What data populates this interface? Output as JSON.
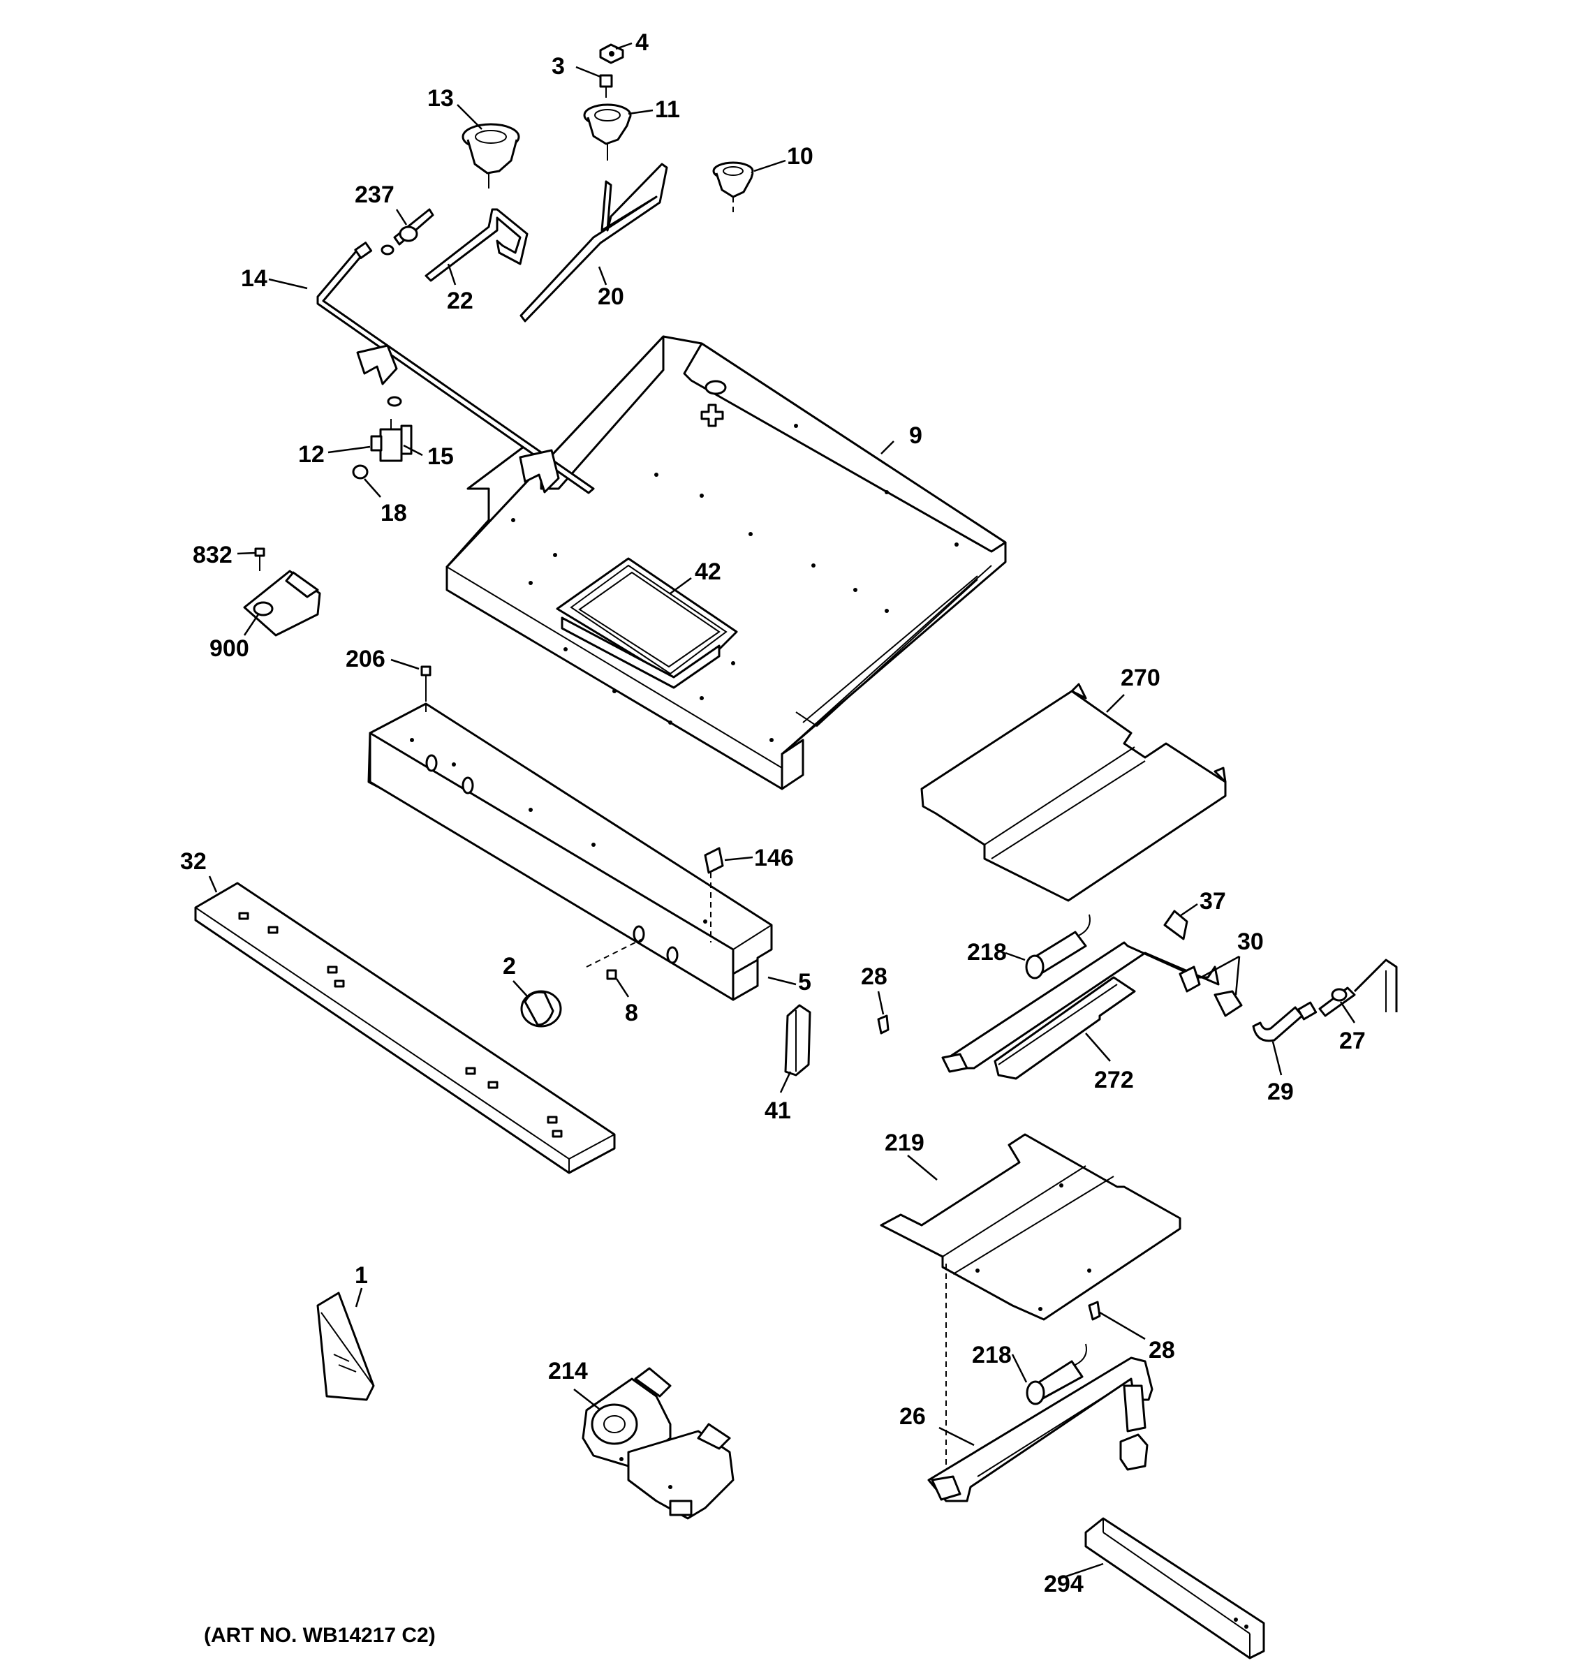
{
  "diagram": {
    "caption": "(ART NO. WB14217 C2)",
    "labels": [
      "4",
      "3",
      "13",
      "11",
      "10",
      "237",
      "14",
      "22",
      "20",
      "9",
      "12",
      "15",
      "18",
      "832",
      "900",
      "42",
      "206",
      "270",
      "146",
      "32",
      "37",
      "218",
      "30",
      "2",
      "5",
      "8",
      "28",
      "41",
      "272",
      "29",
      "27",
      "219",
      "1",
      "218",
      "28",
      "214",
      "26",
      "294"
    ]
  }
}
